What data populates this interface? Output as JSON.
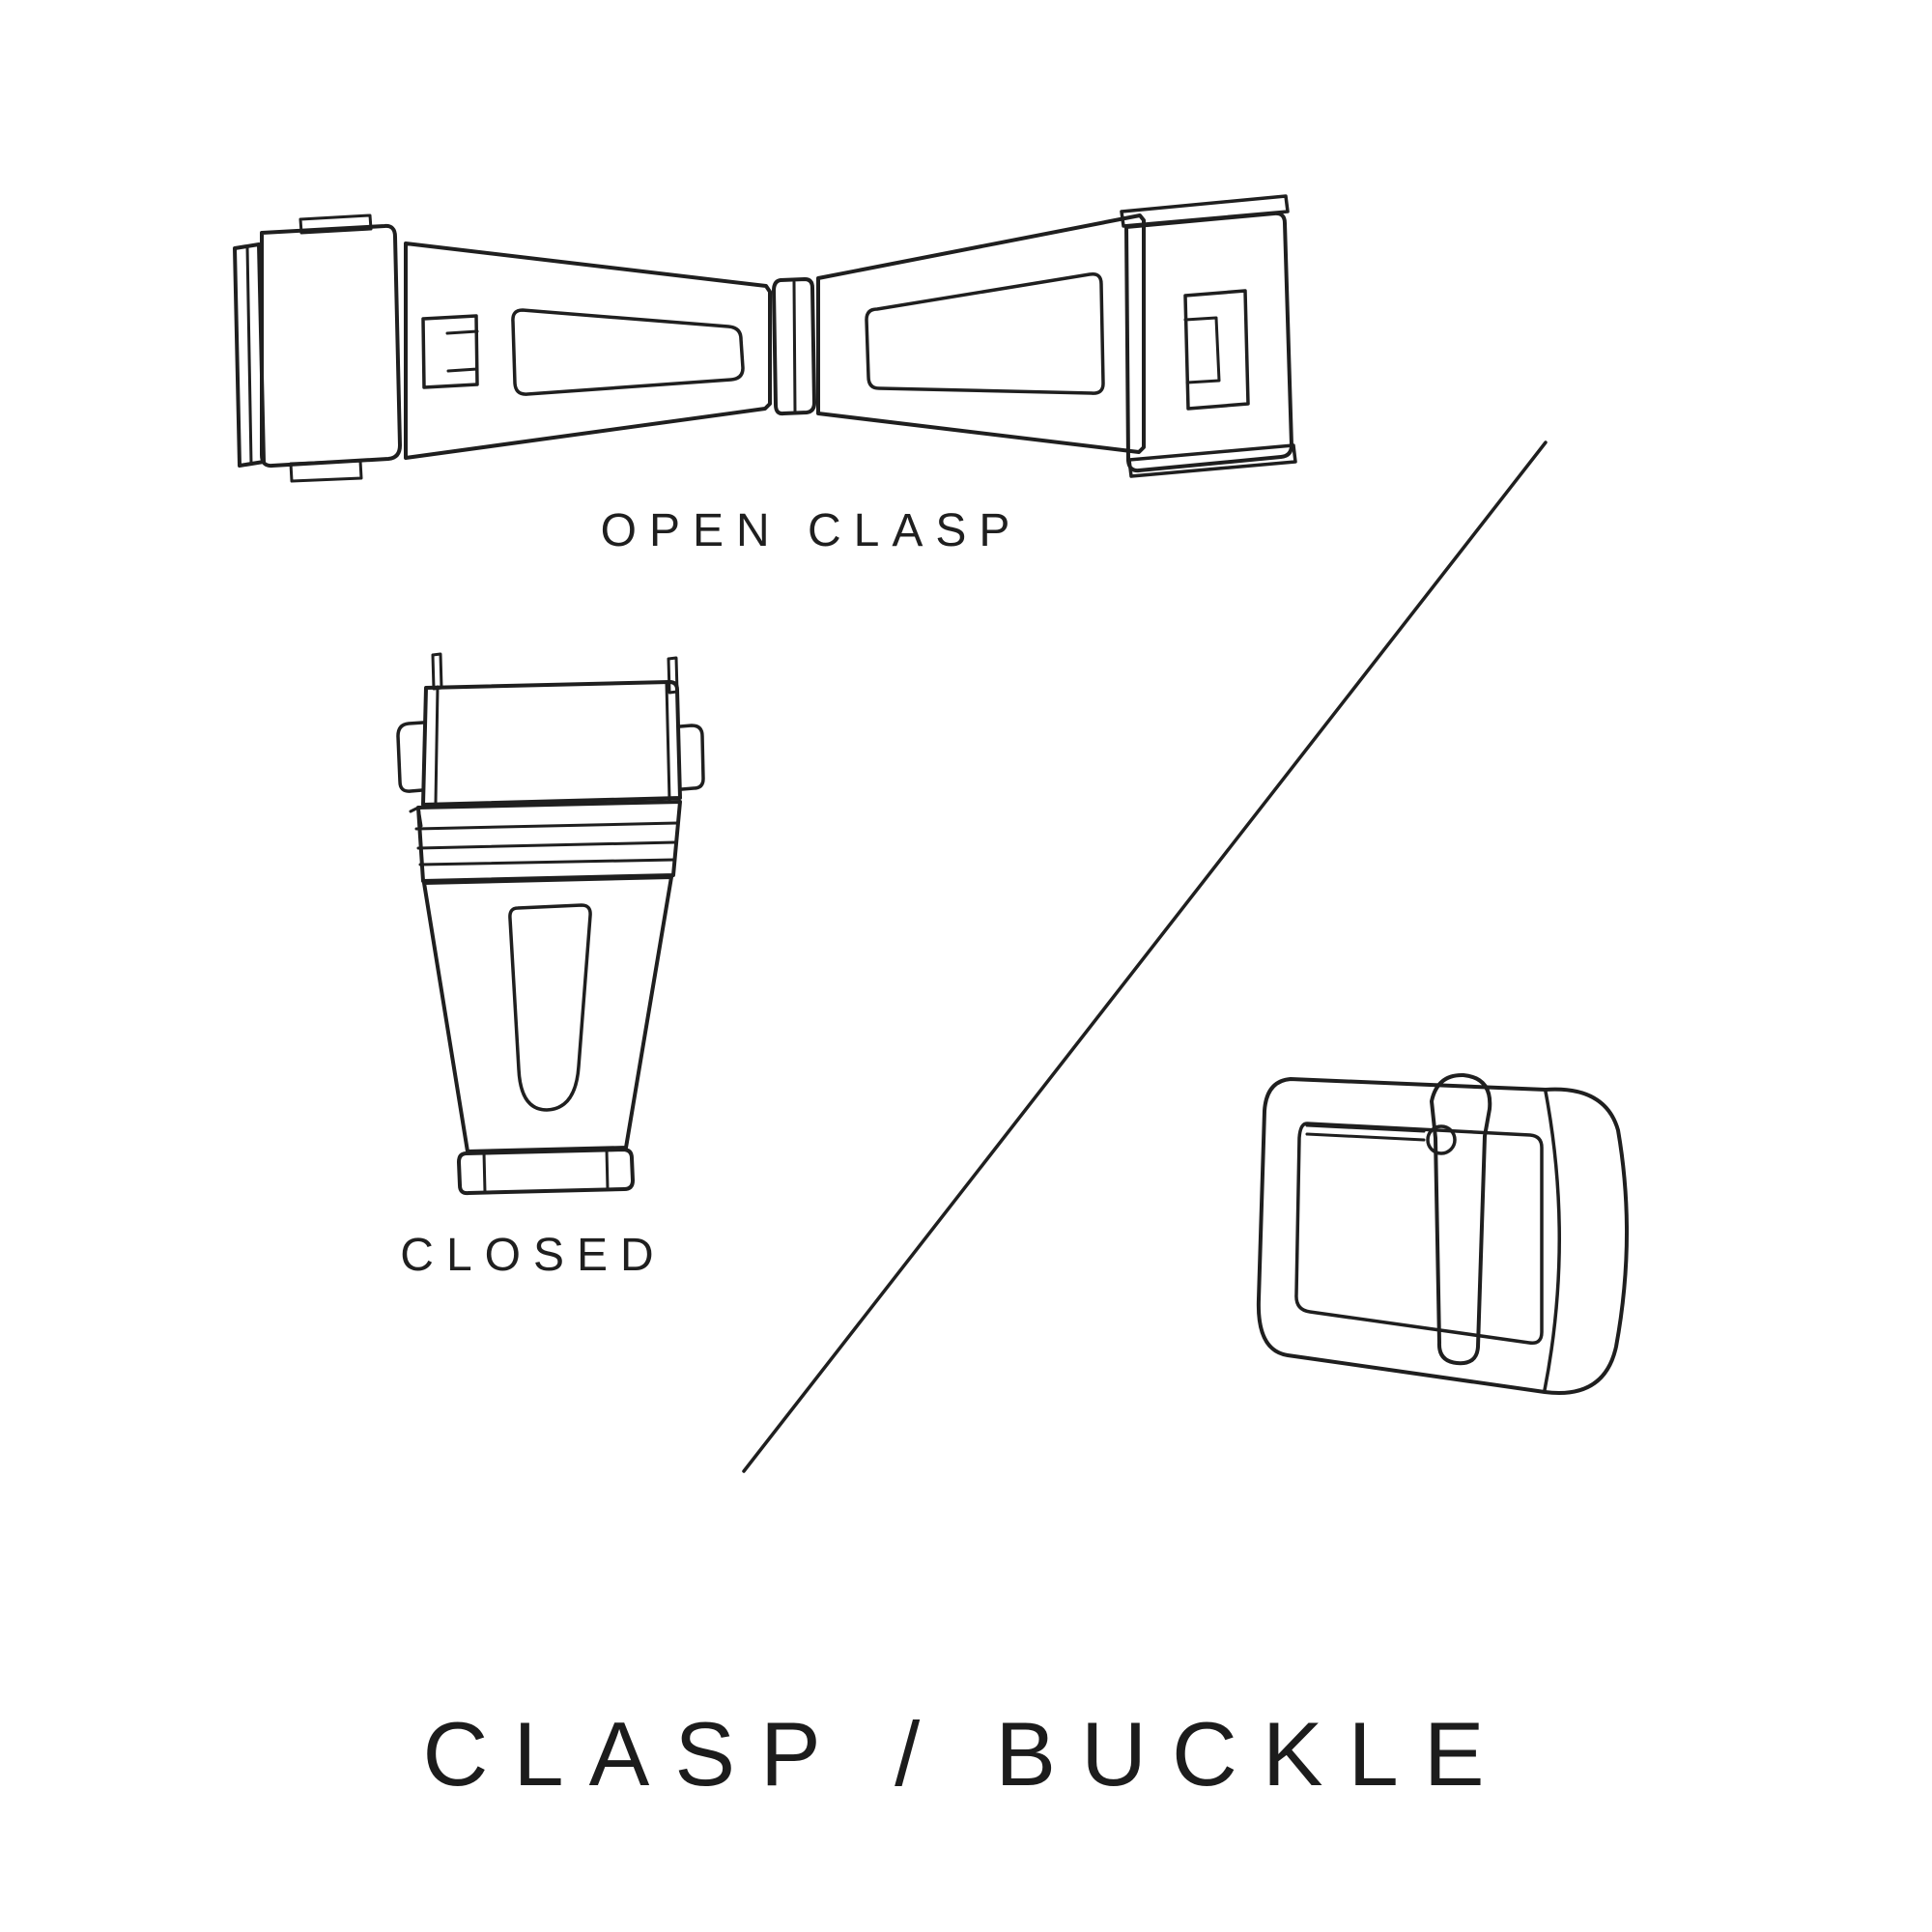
{
  "title": "CLASP / BUCKLE",
  "labels": {
    "open_clasp": "OPEN CLASP",
    "closed": "CLOSED"
  },
  "illustrations": [
    {
      "name": "open-clasp-illustration",
      "caption": "OPEN CLASP"
    },
    {
      "name": "closed-clasp-illustration",
      "caption": "CLOSED"
    },
    {
      "name": "tang-buckle-illustration",
      "caption": ""
    }
  ],
  "colors": {
    "background": "#ffffff",
    "line": "#1f1f1f",
    "text": "#1c1c1c"
  }
}
